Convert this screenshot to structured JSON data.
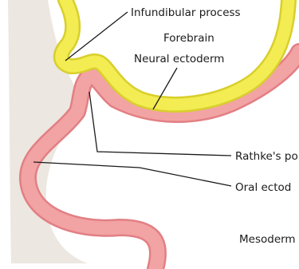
{
  "labels": {
    "infundibular_process": "Infundibular process",
    "forebrain": "Forebrain",
    "neural_ectoderm": "Neural ectoderm",
    "rathkes_pouch": "Rathke's po",
    "oral_ectoderm": "Oral ectod",
    "mesoderm": "Mesoderm"
  },
  "colors": {
    "background": "#ffffff",
    "mesoderm_fill": "#ece7e1",
    "neural_ectoderm": "#f3ec52",
    "neural_ectoderm_edge": "#d8cf2c",
    "oral_ectoderm": "#f2a3a3",
    "oral_ectoderm_edge": "#e27f84",
    "leader_lines": "#1a1a1a",
    "text": "#1a1a1a"
  }
}
